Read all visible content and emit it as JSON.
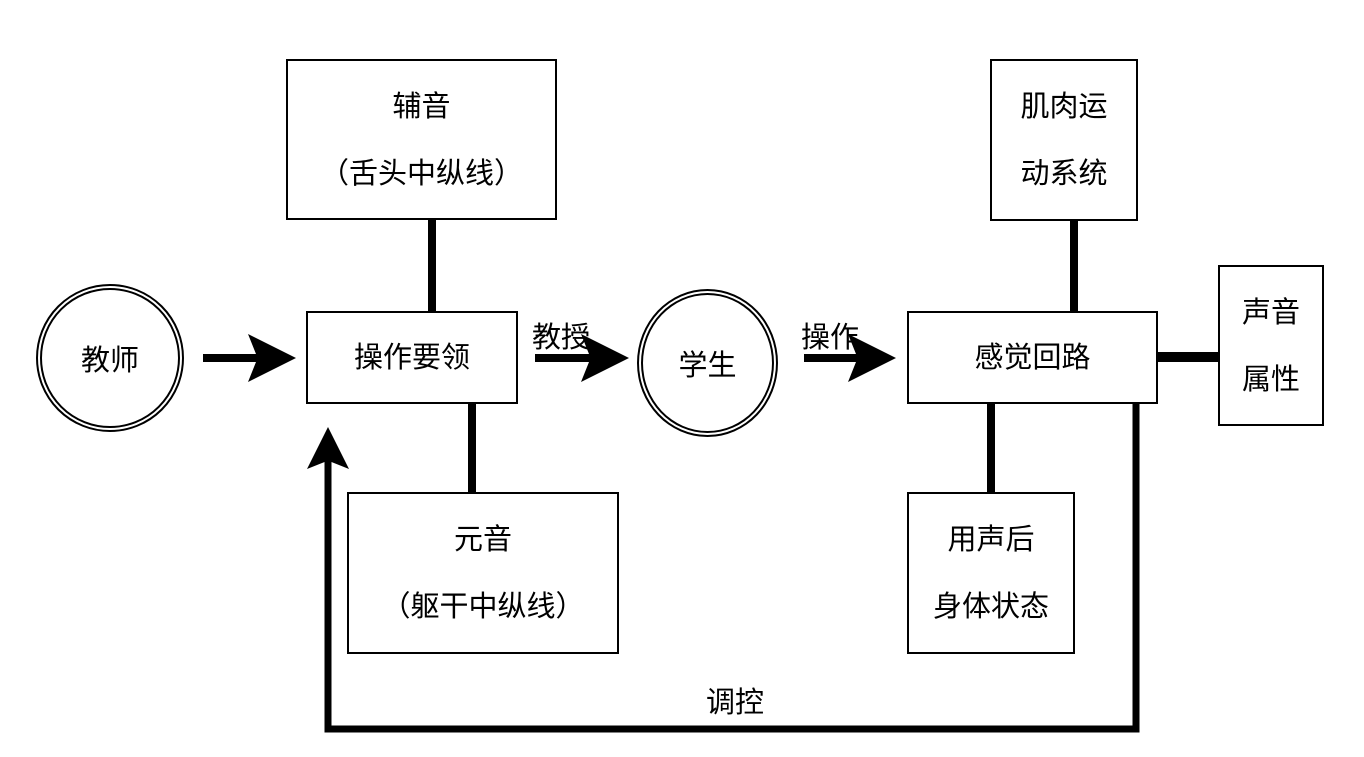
{
  "nodes": {
    "teacher": "教师",
    "student": "学生",
    "operation_essentials": "操作要领",
    "consonant": {
      "line1": "辅音",
      "line2": "（舌头中纵线）"
    },
    "vowel": {
      "line1": "元音",
      "line2": "（躯干中纵线）"
    },
    "sensory_loop": "感觉回路",
    "muscle_system": {
      "line1": "肌肉运",
      "line2": "动系统"
    },
    "body_state": {
      "line1": "用声后",
      "line2": "身体状态"
    },
    "sound_property": {
      "line1": "声音",
      "line2": "属性"
    }
  },
  "edges": {
    "teach": "教授",
    "operate": "操作",
    "regulate": "调控"
  }
}
